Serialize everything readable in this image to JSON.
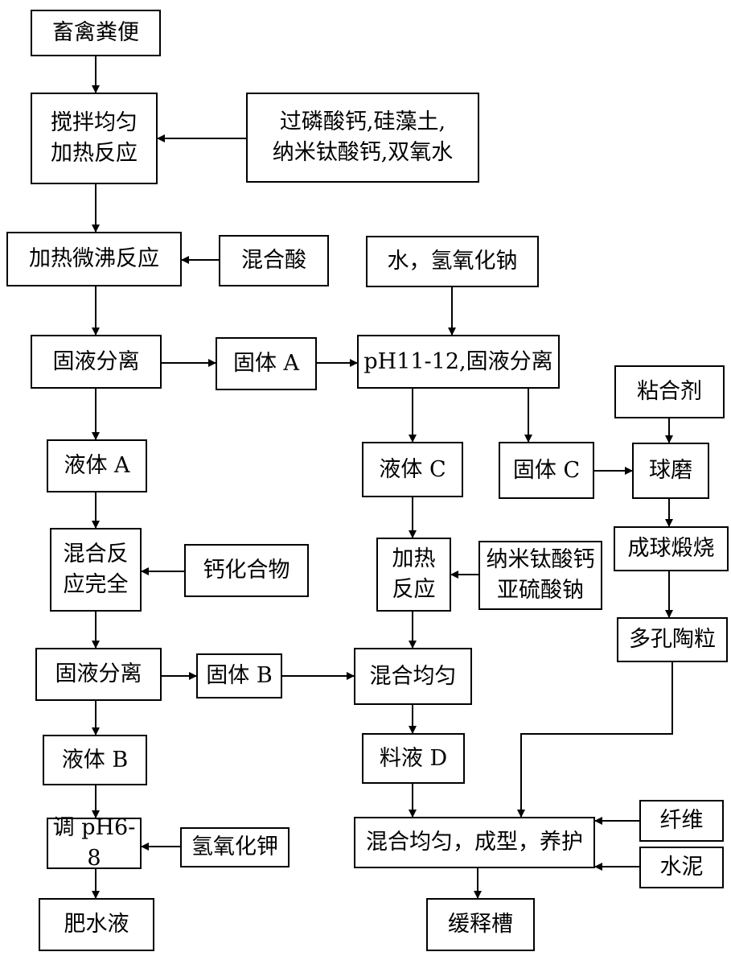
{
  "boxes": {
    "manure": "畜禽粪便",
    "stir_heat": "搅拌均匀\n加热反应",
    "additives": "过磷酸钙,硅藻土,\n纳米钛酸钙,双氧水",
    "boil": "加热微沸反应",
    "mixed_acid": "混合酸",
    "water_naoh": "水，氢氧化钠",
    "sep1": "固液分离",
    "solid_a": "固体 A",
    "ph11": "pH11-12,固液分离",
    "binder": "粘合剂",
    "liquid_a": "液体 A",
    "liquid_c": "液体 C",
    "solid_c": "固体 C",
    "ball_mill": "球磨",
    "mix_react": "混合反\n应完全",
    "calcium_compound": "钙化合物",
    "heat_react": "加热\n反应",
    "nano_sulfite": "纳米钛酸钙\n亚硫酸钠",
    "pellet_calcine": "成球煅烧",
    "porous_ceramsite": "多孔陶粒",
    "sep2": "固液分离",
    "solid_b": "固体 B",
    "mix_even": "混合均匀",
    "liquid_b": "液体 B",
    "feed_d": "料液 D",
    "fiber": "纤维",
    "adjust_ph": "调 pH6-8",
    "koh": "氢氧化钾",
    "mix_form_cure": "混合均匀，成型，养护",
    "cement": "水泥",
    "fertilizer_water": "肥水液",
    "slow_release_tank": "缓释槽"
  }
}
